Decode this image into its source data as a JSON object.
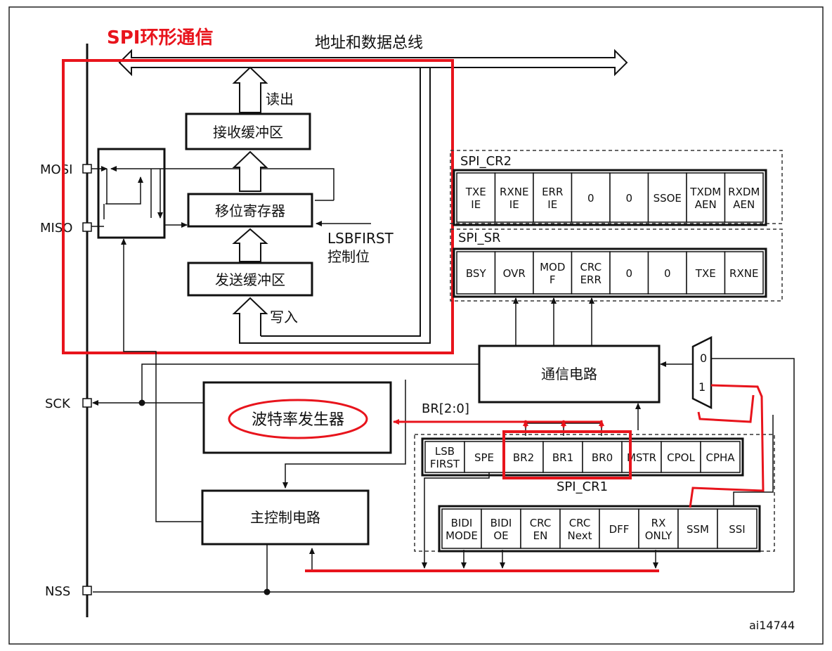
{
  "title": "SPI环形通信",
  "bus_label": "地址和数据总线",
  "pins": {
    "mosi": "MOSI",
    "miso": "MISO",
    "sck": "SCK",
    "nss": "NSS"
  },
  "buffers": {
    "rx": "接收缓冲区",
    "shift": "移位寄存器",
    "tx": "发送缓冲区",
    "read": "读出",
    "write": "写入",
    "lsbfirst_line1": "LSBFIRST",
    "lsbfirst_line2": "控制位"
  },
  "comm_circuit": "通信电路",
  "baud_generator": "波特率发生器",
  "br_label": "BR[2:0]",
  "master_control": "主控制电路",
  "mux": {
    "in0": "0",
    "in1": "1"
  },
  "spi_cr2": {
    "name": "SPI_CR2",
    "bits": [
      [
        "TXE",
        "IE"
      ],
      [
        "RXNE",
        "IE"
      ],
      [
        "ERR",
        "IE"
      ],
      [
        "0"
      ],
      [
        "0"
      ],
      [
        "SSOE"
      ],
      [
        "TXDM",
        "AEN"
      ],
      [
        "RXDM",
        "AEN"
      ]
    ]
  },
  "spi_sr": {
    "name": "SPI_SR",
    "bits": [
      [
        "BSY"
      ],
      [
        "OVR"
      ],
      [
        "MOD",
        "F"
      ],
      [
        "CRC",
        "ERR"
      ],
      [
        "0"
      ],
      [
        "0"
      ],
      [
        "TXE"
      ],
      [
        "RXNE"
      ]
    ]
  },
  "spi_cr1": {
    "name": "SPI_CR1",
    "row1": [
      [
        "LSB",
        "FIRST"
      ],
      [
        "SPE"
      ],
      [
        "BR2"
      ],
      [
        "BR1"
      ],
      [
        "BR0"
      ],
      [
        "MSTR"
      ],
      [
        "CPOL"
      ],
      [
        "CPHA"
      ]
    ],
    "row2": [
      [
        "BIDI",
        "MODE"
      ],
      [
        "BIDI",
        "OE"
      ],
      [
        "CRC",
        "EN"
      ],
      [
        "CRC",
        "Next"
      ],
      [
        "DFF"
      ],
      [
        "RX",
        "ONLY"
      ],
      [
        "SSM"
      ],
      [
        "SSI"
      ]
    ]
  },
  "figure_id": "ai14744",
  "colors": {
    "highlight": "#e8141c",
    "ink": "#111111"
  }
}
